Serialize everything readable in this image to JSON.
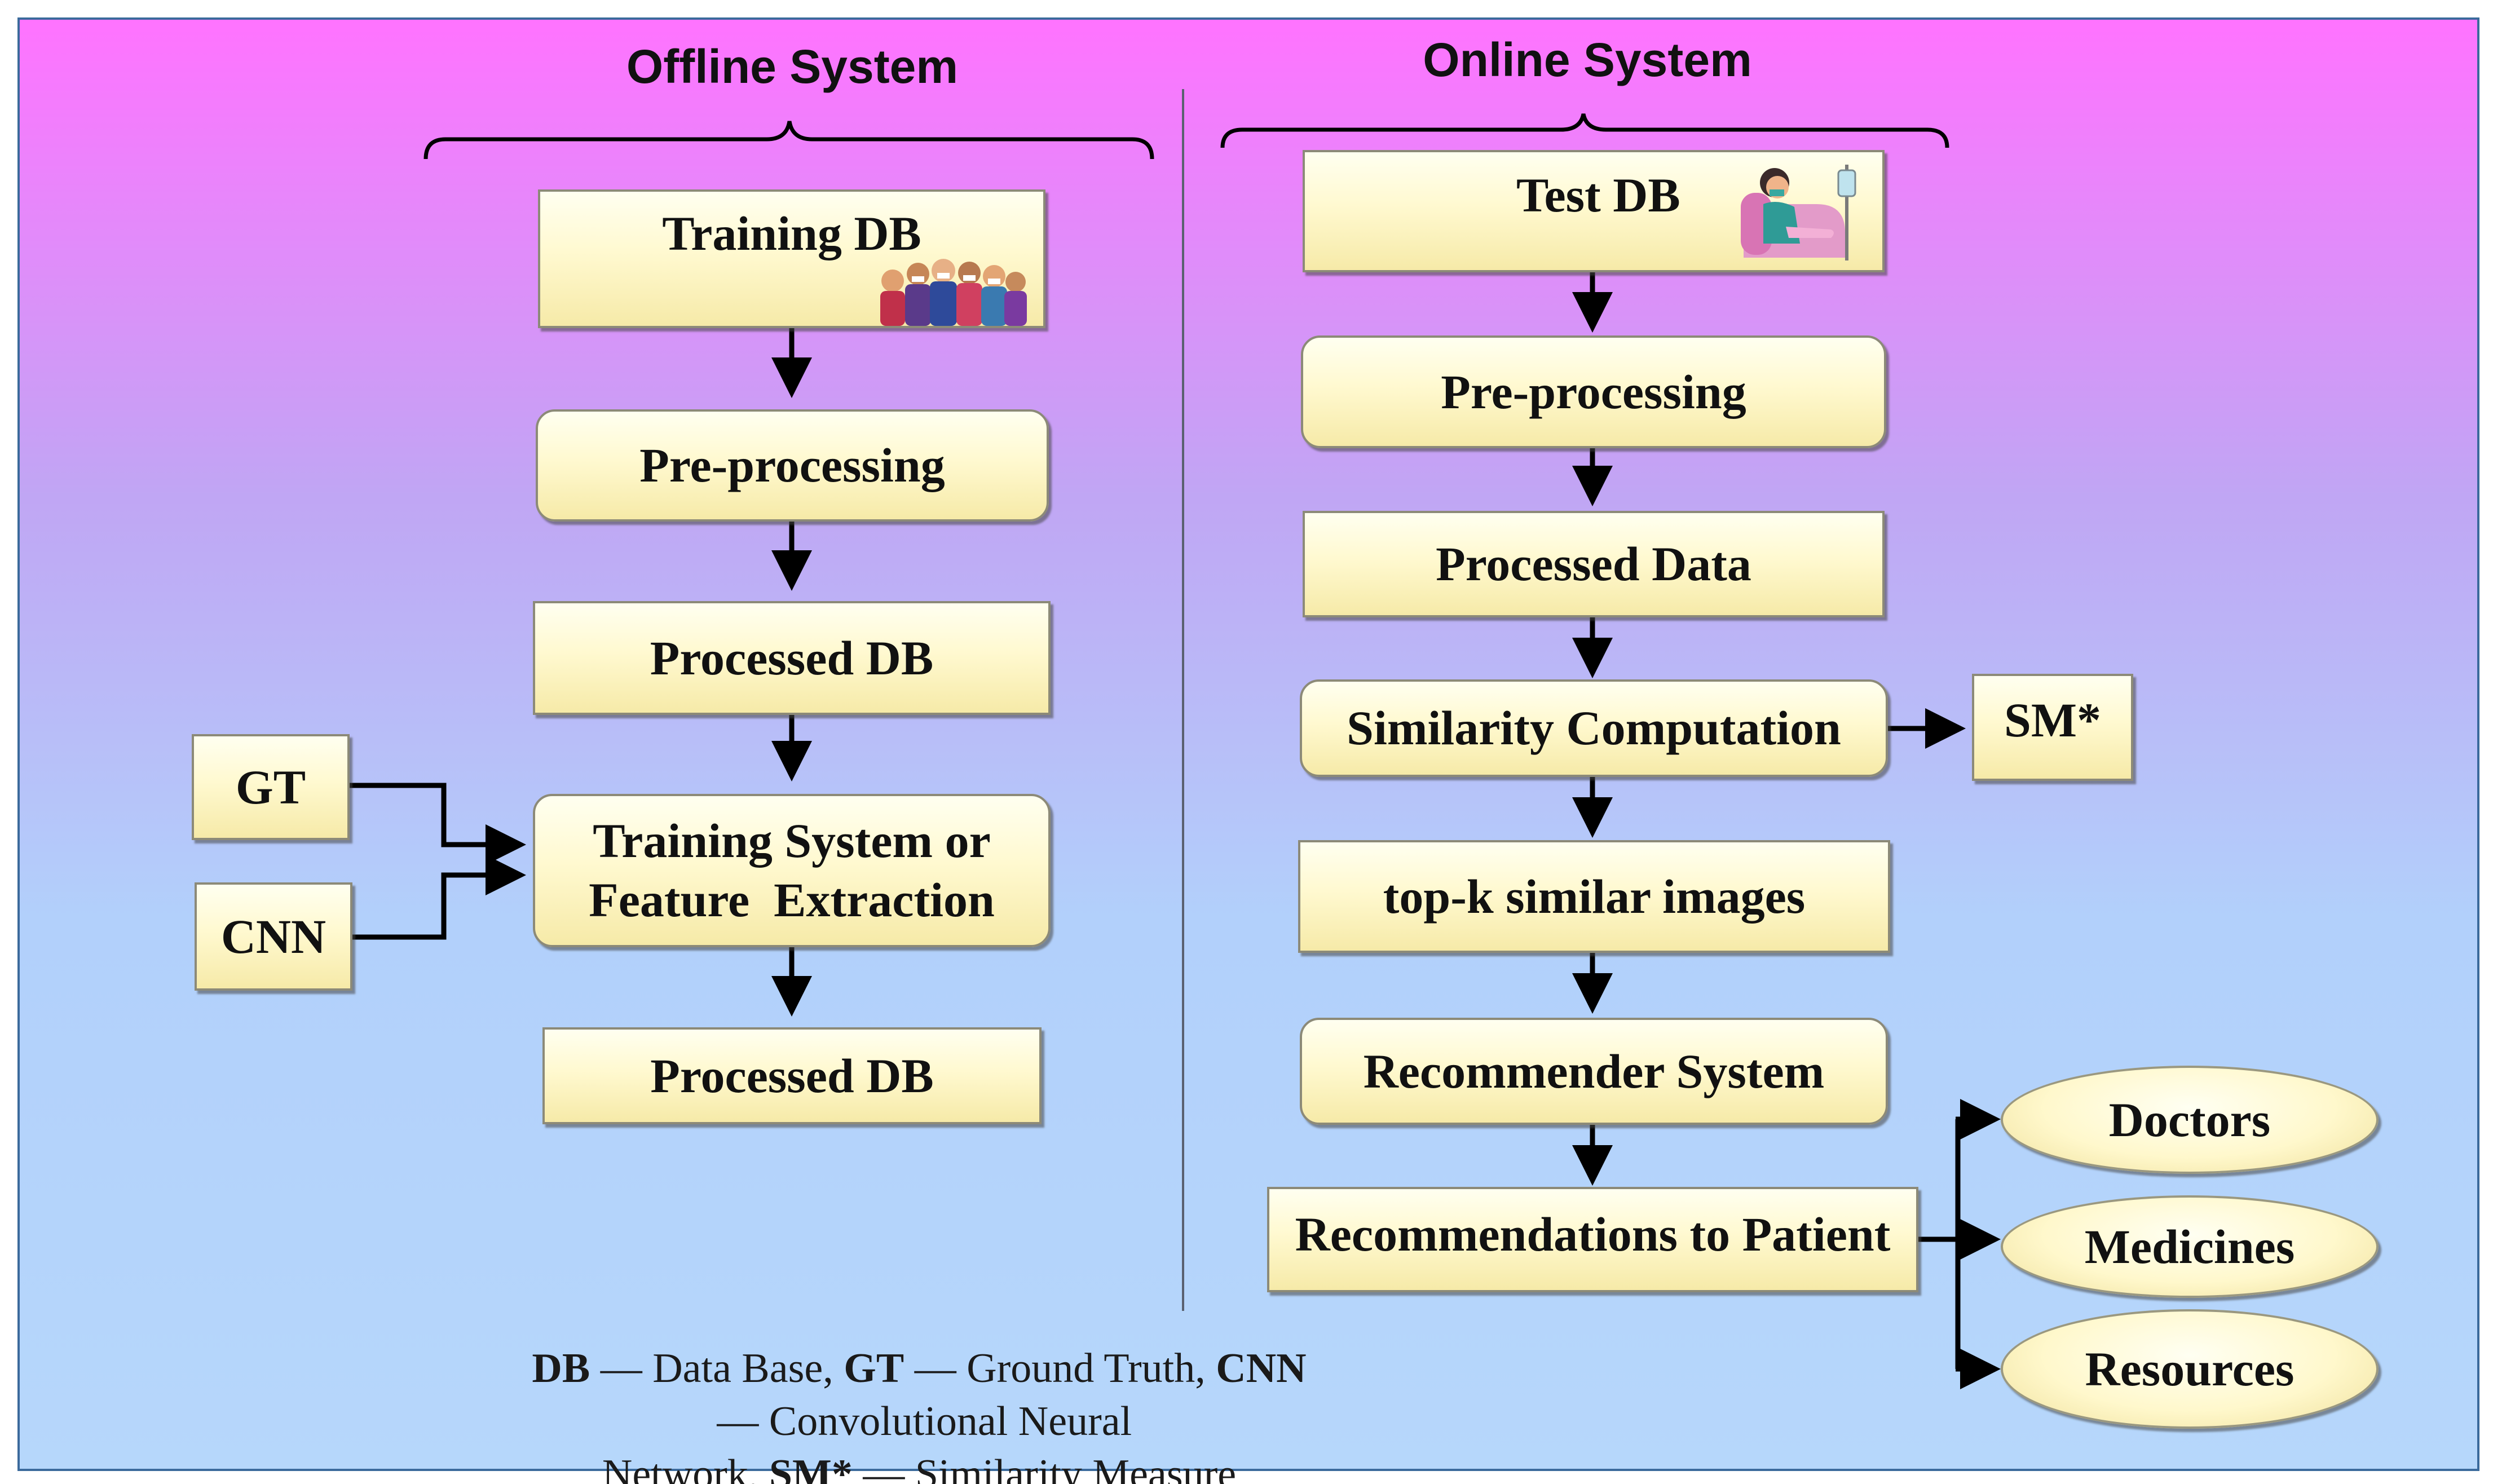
{
  "offline": {
    "title": "Offline System",
    "training_db": "Training DB",
    "preprocessing": "Pre-processing",
    "processed_db_1": "Processed DB",
    "gt": "GT",
    "cnn": "CNN",
    "training_system_line1": "Training System or",
    "training_system_line2": "Feature  Extraction",
    "processed_db_2": "Processed DB"
  },
  "online": {
    "title": "Online System",
    "test_db": "Test DB",
    "preprocessing": "Pre-processing",
    "processed_data": "Processed Data",
    "similarity": "Similarity Computation",
    "sm": "SM*",
    "topk": "top-k similar images",
    "recommender": "Recommender System",
    "recommendations": "Recommendations to Patient",
    "outputs": [
      "Doctors",
      "Medicines",
      "Resources"
    ]
  },
  "legend": {
    "items": [
      {
        "abbr": "DB",
        "sep": " — ",
        "desc": "Data Base, "
      },
      {
        "abbr": "GT",
        "sep": " — ",
        "desc": "Ground Truth, "
      },
      {
        "abbr": "CNN",
        "sep": " — ",
        "desc": "Convolutional Neural"
      },
      {
        "desc": "Network, "
      },
      {
        "abbr": "SM*",
        "sep": " — ",
        "desc": "Similarity Measure"
      }
    ]
  },
  "colors": {
    "background_top": "#ff73ff",
    "background_bottom": "#b6d7fb",
    "box_fill": "#fff9d0",
    "connector": "#000000",
    "frame": "#3b6a9c"
  },
  "icons": {
    "training_db": "crowd-illustration",
    "test_db": "patient-illustration"
  }
}
